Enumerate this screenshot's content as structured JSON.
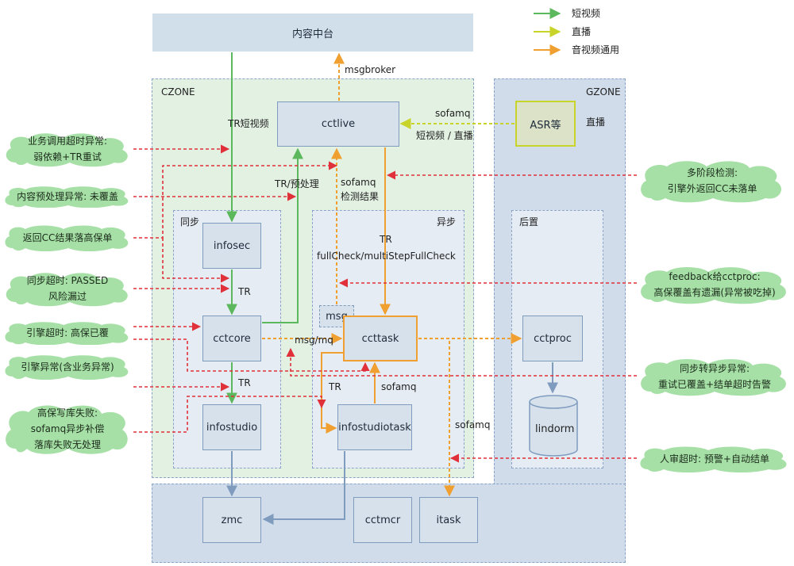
{
  "legend": [
    {
      "label": "短视频",
      "color": "#5cb85c"
    },
    {
      "label": "直播",
      "color": "#c8d42a"
    },
    {
      "label": "音视频通用",
      "color": "#f0a030"
    }
  ],
  "colors": {
    "alert": "#e0303a",
    "short_video": "#5cb85c",
    "live": "#c8d42a",
    "common": "#f0a030",
    "storage": "#7f9cbf"
  },
  "zones": {
    "czone": "CZONE",
    "gzone": "GZONE",
    "sync": "同步",
    "async": "异步",
    "post": "后置"
  },
  "nodes": {
    "content_platform": "内容中台",
    "cctlive": "cctlive",
    "asr": "ASR等",
    "infosec": "infosec",
    "cctcore": "cctcore",
    "infostudio": "infostudio",
    "msg": "msg",
    "ccttask": "ccttask",
    "infostudiotask": "infostudiotask",
    "cctproc": "cctproc",
    "lindorm": "lindorm",
    "zmc": "zmc",
    "cctmcr": "cctmcr",
    "itask": "itask"
  },
  "edge_labels": {
    "msgbroker": "msgbroker",
    "tr_short_video": "TR短视频",
    "sofamq_top": "sofamq",
    "short_or_live": "短视频 / 直播",
    "live": "直播",
    "tr_preprocess": "TR/预处理",
    "sofamq_detect_1": "sofamq",
    "sofamq_detect_2": "检测结果",
    "tr_fullcheck_1": "TR",
    "tr_fullcheck_2": "fullCheck/multiStepFullCheck",
    "tr_infosec_core": "TR",
    "msg_mq": "msg/mq",
    "tr_core_studio": "TR",
    "tr_task_studiotask": "TR",
    "sofamq_studiotask": "sofamq",
    "sofamq_itask": "sofamq"
  },
  "clouds_left": [
    {
      "line1": "业务调用超时异常:",
      "line2": "弱依赖+TR重试"
    },
    {
      "line1": "内容预处理异常: 未覆盖",
      "line2": ""
    },
    {
      "line1": "返回CC结果落高保单",
      "line2": ""
    },
    {
      "line1": "同步超时: PASSED",
      "line2": "风险漏过"
    },
    {
      "line1": "引擎超时: 高保已覆",
      "line2": ""
    },
    {
      "line1": "引擎异常(含业务异常)",
      "line2": ""
    },
    {
      "line1": "高保写库失败:",
      "line2": "sofamq异步补偿",
      "line3": "落库失败无处理"
    }
  ],
  "clouds_right": [
    {
      "line1": "多阶段检测:",
      "line2": "引擎外返回CC未落单"
    },
    {
      "line1": "feedback给cctproc:",
      "line2": "高保覆盖有遗漏(异常被吃掉)"
    },
    {
      "line1": "同步转异步异常:",
      "line2": "重试已覆盖+结单超时告警"
    },
    {
      "line1": "人审超时: 预警+自动结单",
      "line2": ""
    }
  ]
}
